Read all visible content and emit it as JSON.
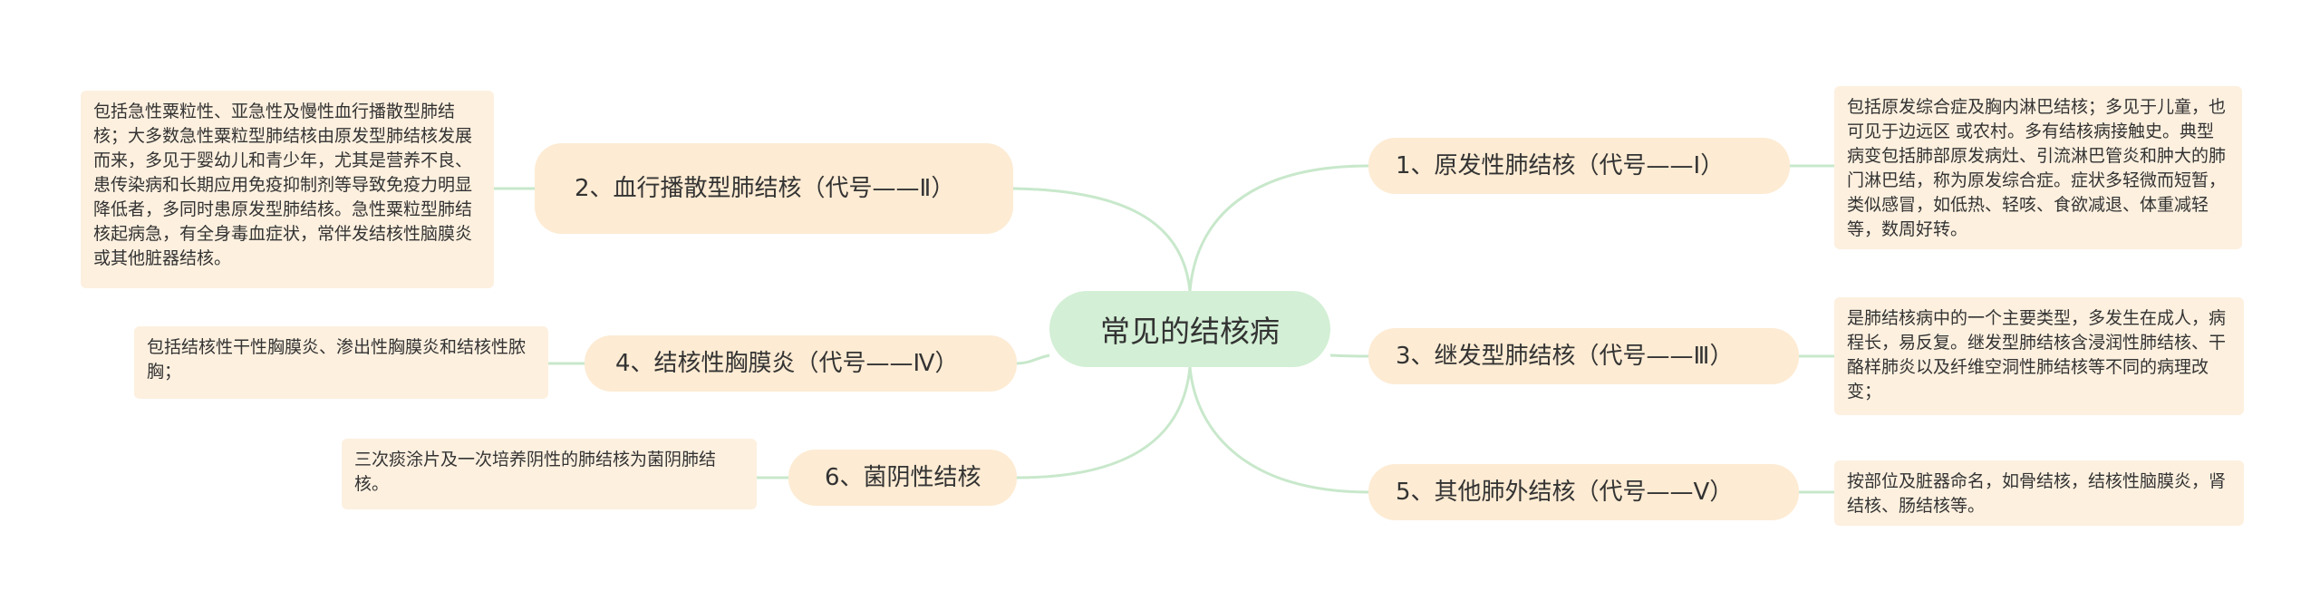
{
  "center": "常见的结核病",
  "branches": [
    {
      "title": "1、原发性肺结核（代号——Ⅰ）",
      "note": "包括原发综合症及胸内淋巴结核；多见于儿童，也可见于边远区 或农村。多有结核病接触史。典型病变包括肺部原发病灶、引流淋巴管炎和肿大的肺门淋巴结，称为原发综合症。症状多轻微而短暂，类似感冒，如低热、轻咳、食欲减退、体重减轻等，数周好转。"
    },
    {
      "title": "2、血行播散型肺结核（代号——Ⅱ）",
      "note": "包括急性粟粒性、亚急性及慢性血行播散型肺结核；大多数急性粟粒型肺结核由原发型肺结核发展而来，多见于婴幼儿和青少年，尤其是营养不良、患传染病和长期应用免疫抑制剂等导致免疫力明显降低者，多同时患原发型肺结核。急性粟粒型肺结核起病急，有全身毒血症状，常伴发结核性脑膜炎或其他脏器结核。"
    },
    {
      "title": "3、继发型肺结核（代号——Ⅲ）",
      "note": "是肺结核病中的一个主要类型，多发生在成人，病程长，易反复。继发型肺结核含浸润性肺结核、干酪样肺炎以及纤维空洞性肺结核等不同的病理改变；"
    },
    {
      "title": "4、结核性胸膜炎（代号——Ⅳ）",
      "note": "包括结核性干性胸膜炎、渗出性胸膜炎和结核性脓胸；"
    },
    {
      "title": "5、其他肺外结核（代号——Ⅴ）",
      "note": "按部位及脏器命名，如骨结核，结核性脑膜炎，肾结核、肠结核等。"
    },
    {
      "title": "6、菌阴性结核",
      "note": "三次痰涂片及一次培养阴性的肺结核为菌阴肺结核。"
    }
  ]
}
